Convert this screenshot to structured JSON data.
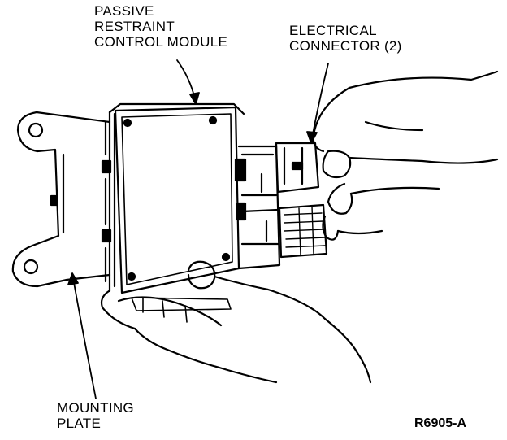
{
  "labels": {
    "module": [
      "PASSIVE",
      "RESTRAINT",
      "CONTROL MODULE"
    ],
    "connector": [
      "ELECTRICAL",
      "CONNECTOR (2)"
    ],
    "plate": [
      "MOUNTING",
      "PLATE"
    ]
  },
  "figure_id": "R6905-A"
}
